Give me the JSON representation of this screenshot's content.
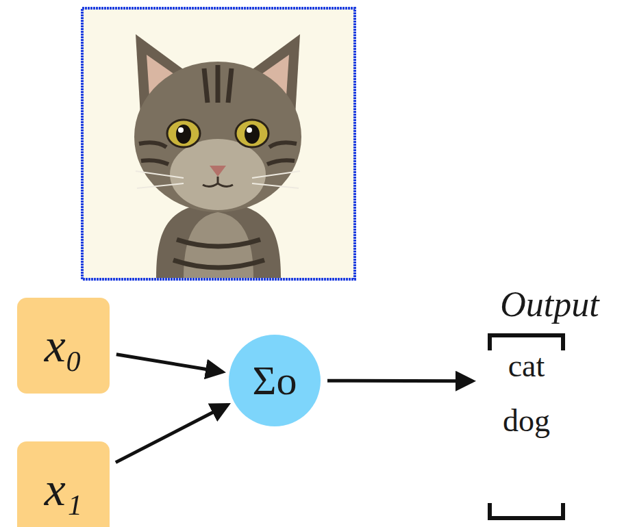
{
  "diagram": {
    "nodes": [
      {
        "text": [
          "x₀"
        ]
      },
      {
        "text": [
          "x₁"
        ]
      },
      {
        "text": [
          "Σo"
        ]
      },
      {
        "text": [
          "Output",
          "cat",
          "dog"
        ]
      }
    ],
    "edges": [
      {
        "from": 0,
        "to": 2,
        "arrow": "to"
      },
      {
        "from": 1,
        "to": 2,
        "arrow": "to"
      },
      {
        "from": 2,
        "to": 3,
        "arrow": "to"
      }
    ]
  }
}
